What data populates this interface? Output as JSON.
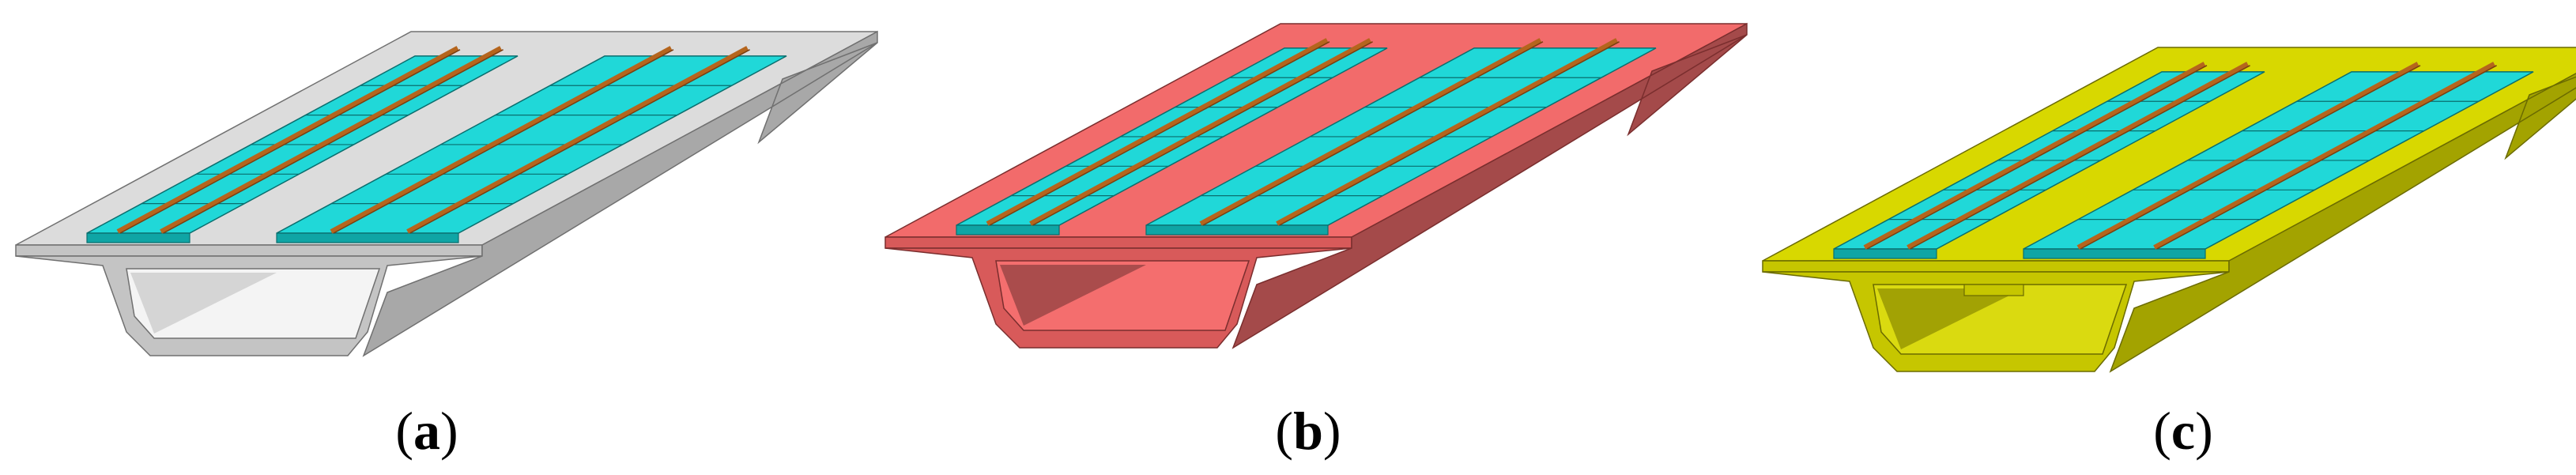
{
  "panels": [
    {
      "id": "a",
      "label_open": "(",
      "label_letter": "a",
      "label_close": ")",
      "colors": {
        "deck_top": "#dcdcdc",
        "deck_edge": "#c4c4c4",
        "web_side": "#a8a8a8",
        "cell_inner": "#f4f4f4",
        "cell_inner_shade": "#c8c8c8",
        "outline": "#707070"
      }
    },
    {
      "id": "b",
      "label_open": "(",
      "label_letter": "b",
      "label_close": ")",
      "colors": {
        "deck_top": "#f26b6b",
        "deck_edge": "#d85a5a",
        "web_side": "#a44a4a",
        "cell_inner": "#f46e6e",
        "cell_inner_shade": "#8a3d3d",
        "outline": "#7a2e2e"
      }
    },
    {
      "id": "c",
      "label_open": "(",
      "label_letter": "c",
      "label_close": ")",
      "colors": {
        "deck_top": "#d8d800",
        "deck_edge": "#c6c600",
        "web_side": "#a3a300",
        "cell_inner": "#dada10",
        "cell_inner_shade": "#8a8a00",
        "outline": "#6b6b00"
      }
    }
  ],
  "track_colors": {
    "slab_top": "#20d8d8",
    "slab_side": "#0fa5a5",
    "slab_line": "#0a6e6e",
    "rail": "#b5651d",
    "rail_dark": "#7a3e0f"
  }
}
